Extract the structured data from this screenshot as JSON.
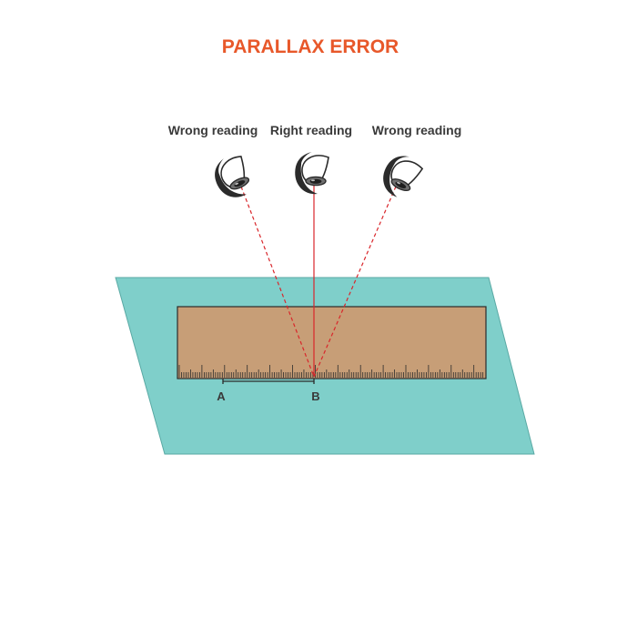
{
  "title": "PARALLAX ERROR",
  "labels": {
    "wrong_left": "Wrong reading",
    "right": "Right reading",
    "wrong_right": "Wrong reading"
  },
  "markers": {
    "a": "A",
    "b": "B"
  },
  "eyes": [
    "eye-icon",
    "eye-icon",
    "eye-icon"
  ],
  "colors": {
    "title": "#e8582a",
    "surface": "#7fcfca",
    "ruler": "#c79e77",
    "sight_line": "#d9262b",
    "outline": "#2b2b2b"
  }
}
